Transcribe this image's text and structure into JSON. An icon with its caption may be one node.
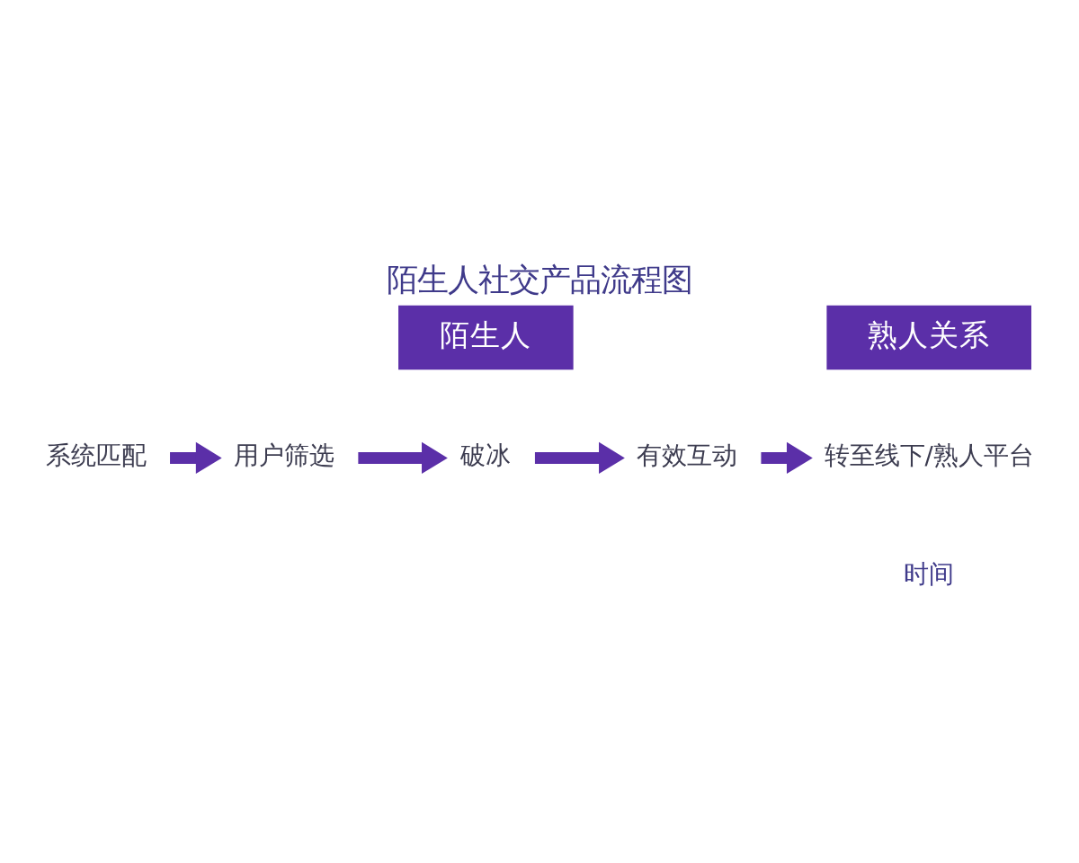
{
  "diagram": {
    "title": "陌生人社交产品流程图",
    "nodes": [
      {
        "text": [
          "陌生人"
        ]
      },
      {
        "text": [
          "熟人关系"
        ]
      },
      {
        "text": [
          "系统匹配"
        ]
      },
      {
        "text": [
          "用户筛选"
        ]
      },
      {
        "text": [
          "破冰"
        ]
      },
      {
        "text": [
          "有效互动"
        ]
      },
      {
        "text": [
          "转至线下/熟人平台"
        ]
      }
    ],
    "edges": [
      {
        "from": 2,
        "to": 3,
        "arrow": "to"
      },
      {
        "from": 3,
        "to": 4,
        "arrow": "to"
      },
      {
        "from": 4,
        "to": 5,
        "arrow": "to"
      },
      {
        "from": 5,
        "to": 6,
        "arrow": "to"
      }
    ],
    "labels": [
      "时间"
    ]
  }
}
